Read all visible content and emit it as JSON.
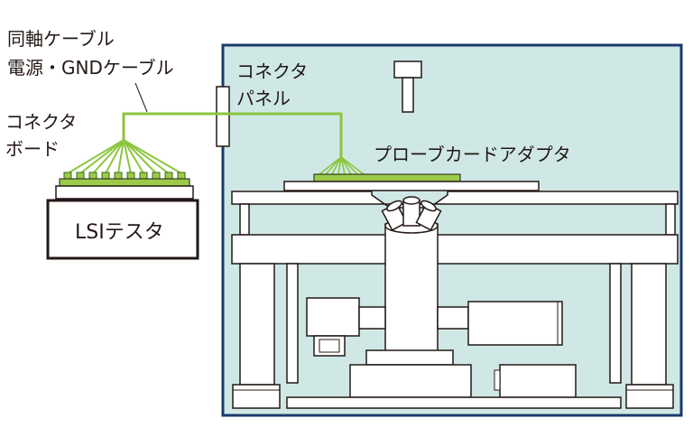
{
  "labels": {
    "coax_cable": "同軸ケーブル",
    "power_gnd_cable": "電源・GNDケーブル",
    "connector_board_line1": "コネクタ",
    "connector_board_line2": "ボード",
    "connector_panel_line1": "コネクタ",
    "connector_panel_line2": "パネル",
    "probe_card_adapter": "プローブカードアダプタ",
    "lsi_tester": "LSIテスタ"
  },
  "colors": {
    "chamber_fill": "#cfe8e6",
    "chamber_border": "#1b3a6b",
    "cable": "#8cc63f",
    "cable_dark": "#3a6b1a",
    "board": "#9ccb4a",
    "outline": "#231815",
    "panel_fill": "#ffffff"
  }
}
